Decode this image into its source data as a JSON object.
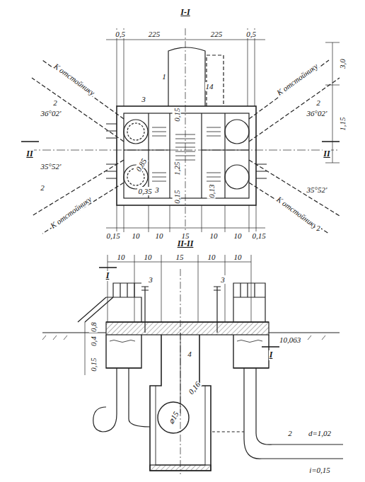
{
  "diagram": {
    "labels": [
      "I-I",
      "0,5",
      "225",
      "225",
      "0,5",
      "3,0",
      "1,15",
      "К отстойнику",
      "2",
      "36°02'",
      "II",
      "35°52'",
      "2",
      "К отстойнику",
      "К отстойнику",
      "2",
      "36°02'",
      "II",
      "35°52'",
      "К отстойнику",
      "2",
      "1",
      "14",
      "3",
      "0,15",
      "1,25",
      "0,85",
      "0,35",
      "3",
      "0,15",
      "0,13",
      "0,15",
      "10",
      "10",
      "15",
      "10",
      "10",
      "0,15",
      "II-II",
      "10",
      "10",
      "15",
      "10",
      "10",
      "I",
      "I",
      "3",
      "3",
      "0,8",
      "0,4",
      "0,15",
      "10,063",
      "4",
      "0,16",
      "⌀15",
      "2",
      "d=1,02",
      "i=0,15"
    ]
  }
}
